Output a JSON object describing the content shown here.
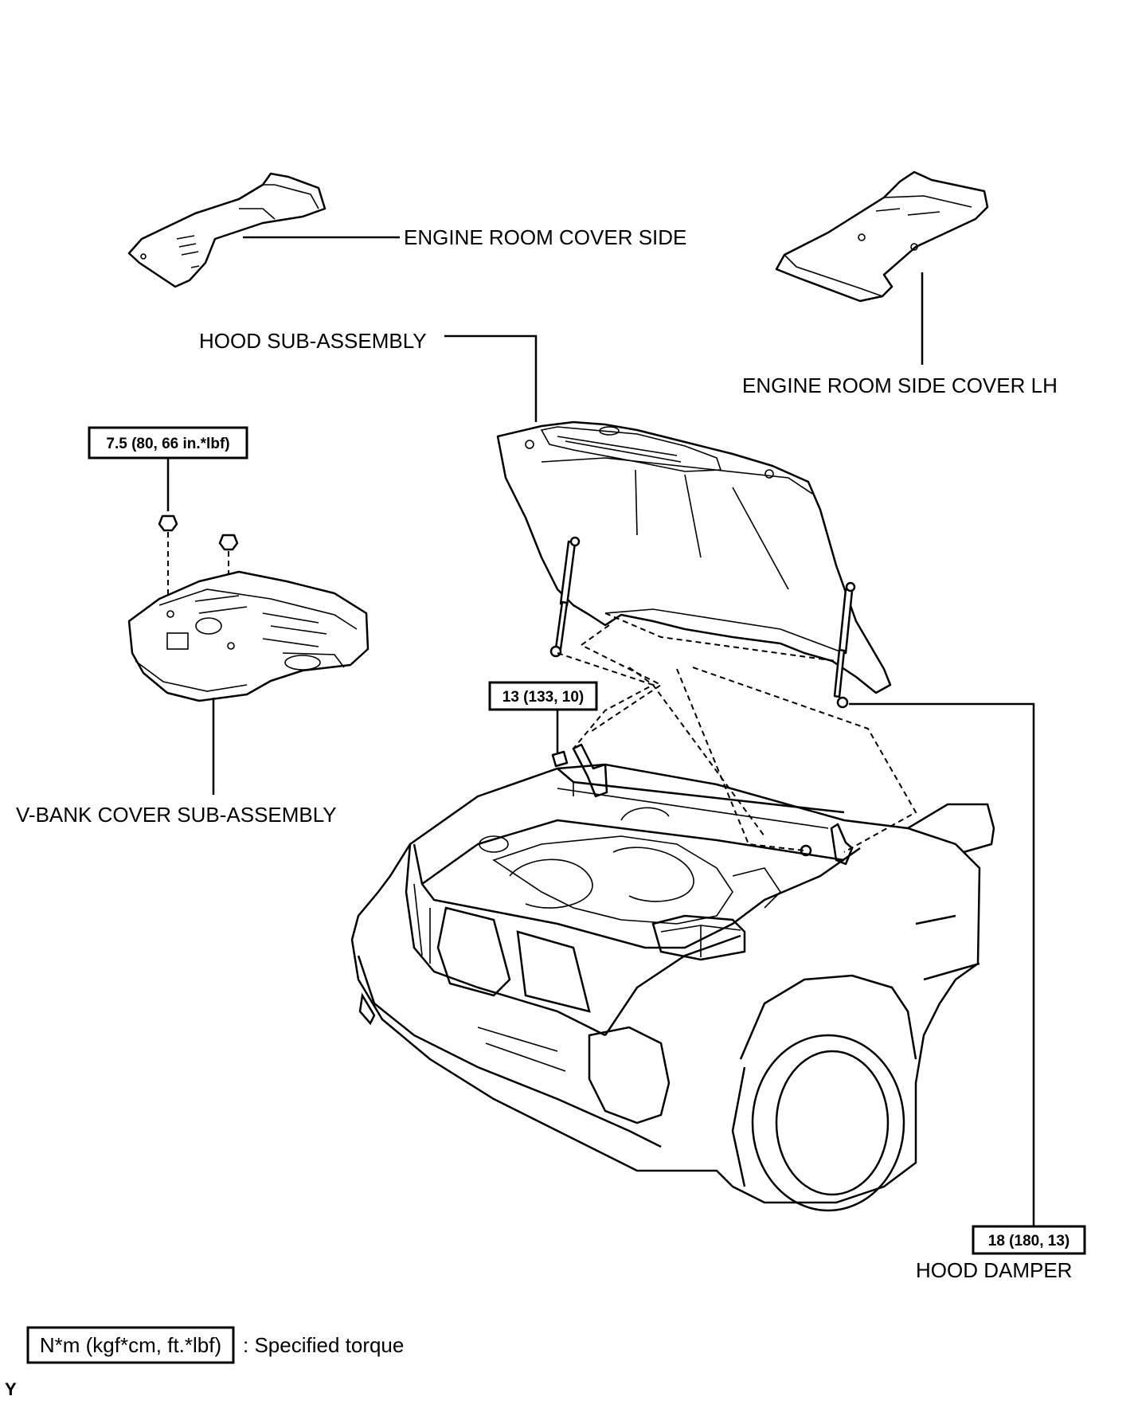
{
  "labels": {
    "engine_room_cover_side": "ENGINE ROOM COVER SIDE",
    "engine_room_side_cover_lh": "ENGINE ROOM SIDE COVER LH",
    "hood_sub_assembly": "HOOD SUB-ASSEMBLY",
    "v_bank_cover_sub_assembly": "V-BANK COVER SUB-ASSEMBLY",
    "hood_damper": "HOOD DAMPER"
  },
  "torques": {
    "v_bank_nut": "7.5 (80, 66 in.*lbf)",
    "hood_hinge_bolt": "13 (133, 10)",
    "hood_damper_bolt": "18 (180, 13)"
  },
  "legend": {
    "unit_box": "N*m (kgf*cm, ft.*lbf)",
    "description": ": Specified torque"
  },
  "figure_code": "Y"
}
